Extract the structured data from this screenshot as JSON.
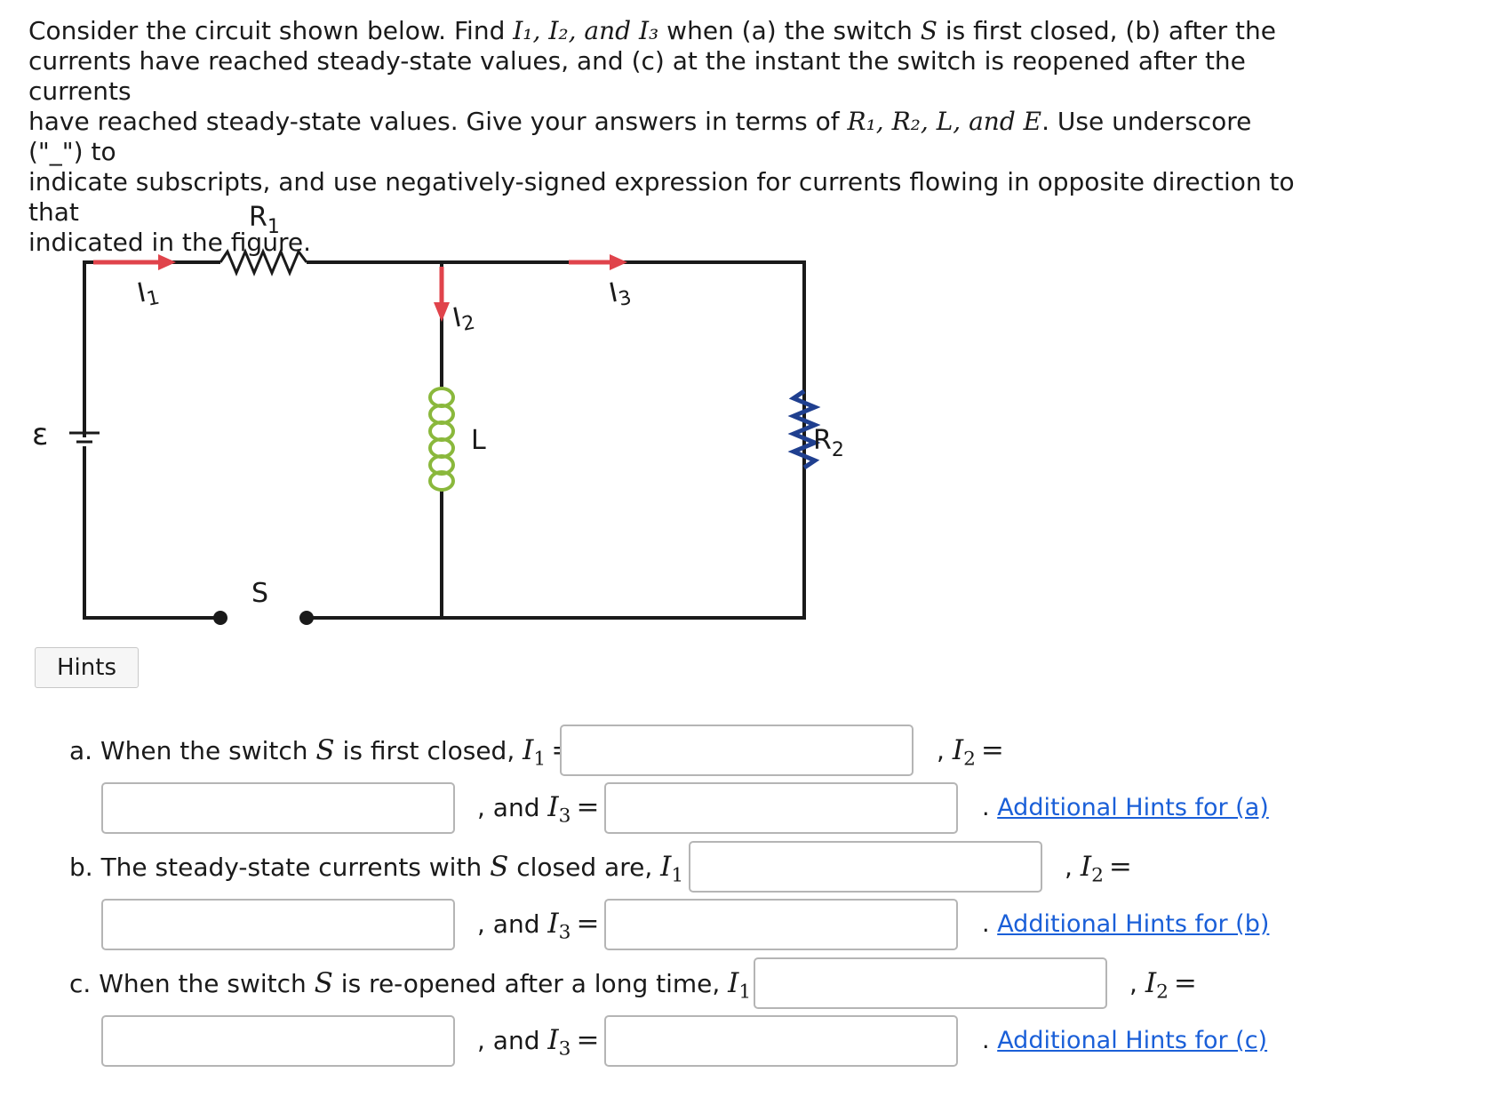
{
  "prompt": {
    "line1_a": "Consider the circuit shown below. Find ",
    "line1_b": " when (a) the switch ",
    "line1_c": " is first closed, (b) after the",
    "line2": "currents have reached steady-state values, and (c) at the instant the switch is reopened after the currents",
    "line3_a": "have reached steady-state values. Give your answers in terms of ",
    "line3_b": ". Use underscore (\"_\") to",
    "line4": "indicate subscripts, and use negatively-signed expression for currents flowing in opposite direction to that",
    "line5": "indicated in the figure.",
    "currents_math": "I₁, I₂, and I₃",
    "switch_math": "S",
    "vars_math": "R₁, R₂, L, and E"
  },
  "circuit": {
    "label_R1": "R",
    "label_R1_sub": "1",
    "label_R2": "R",
    "label_R2_sub": "2",
    "label_L": "L",
    "label_S": "S",
    "label_emf": "ε",
    "label_I": "I",
    "label_I1_sub": "1",
    "label_I2_sub": "2",
    "label_I3_sub": "3",
    "wire_color": "#1a1a1a",
    "arrow_color": "#e0434b",
    "inductor_color": "#8ab83c",
    "resistor_R2_color": "#1f3f8f"
  },
  "hints_button": "Hints",
  "parts": {
    "a": {
      "lead": "a. When the switch ",
      "switch": "S",
      "tail": " is first closed, ",
      "i1": "I",
      "i2": "I",
      "i3": "I",
      "and_text": ", and ",
      "comma": ",",
      "link_prefix": ".",
      "link": "Additional Hints for (a)"
    },
    "b": {
      "lead": "b. The steady-state currents with ",
      "switch": "S",
      "tail": " closed are, ",
      "i1": "I",
      "i2": "I",
      "i3": "I",
      "and_text": ", and ",
      "comma": ",",
      "link_prefix": ".",
      "link": "Additional Hints for (b)"
    },
    "c": {
      "lead": "c. When the switch ",
      "switch": "S",
      "tail": " is re-opened after a long time, ",
      "i1": "I",
      "i2": "I",
      "i3": "I",
      "and_text": ", and ",
      "comma": ",",
      "link_prefix": ".",
      "link": "Additional Hints for (c)"
    }
  },
  "subscripts": {
    "one": "1",
    "two": "2",
    "three": "3"
  },
  "equals": "=",
  "inputs": {
    "a_I1": "",
    "a_I2": "",
    "a_I3": "",
    "b_I1": "",
    "b_I2": "",
    "b_I3": "",
    "c_I1": "",
    "c_I2": "",
    "c_I3": ""
  }
}
